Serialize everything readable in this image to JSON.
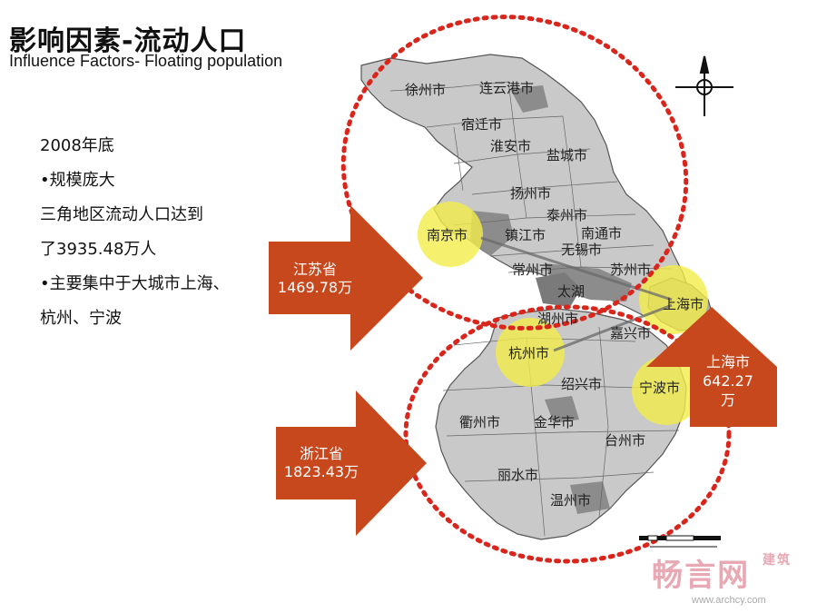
{
  "title": {
    "chinese": "影响因素-流动人口",
    "english": "Influence Factors- Floating population"
  },
  "body_text": {
    "line1": "2008年底",
    "line2": "•规模庞大",
    "line3": "三角地区流动人口达到",
    "line4": "了3935.48万人",
    "line5": "•主要集中于大城市上海、",
    "line6": "杭州、宁波"
  },
  "callouts": {
    "jiangsu": {
      "name": "江苏省",
      "value": "1469.78万"
    },
    "zhejiang": {
      "name": "浙江省",
      "value": "1823.43万"
    },
    "shanghai": {
      "name": "上海市",
      "value": "642.27",
      "unit": "万"
    }
  },
  "map": {
    "cities": [
      "徐州市",
      "连云港市",
      "宿迁市",
      "淮安市",
      "盐城市",
      "扬州市",
      "泰州市",
      "南京市",
      "镇江市",
      "南通市",
      "无锡市",
      "常州市",
      "苏州市",
      "太湖",
      "上海市",
      "湖州市",
      "嘉兴市",
      "杭州市",
      "绍兴市",
      "宁波市",
      "衢州市",
      "金华市",
      "台州市",
      "丽水市",
      "温州市"
    ]
  },
  "watermark": {
    "logo_text": "畅言网",
    "side_text": "建筑",
    "url": "www.archcy.com"
  },
  "colors": {
    "arrow": "#c8481e",
    "dotted_ring": "#d9261c",
    "highlight": "#f2ee4a",
    "region_fill": "#c9c9c9",
    "region_dark": "#8c8c8c"
  }
}
